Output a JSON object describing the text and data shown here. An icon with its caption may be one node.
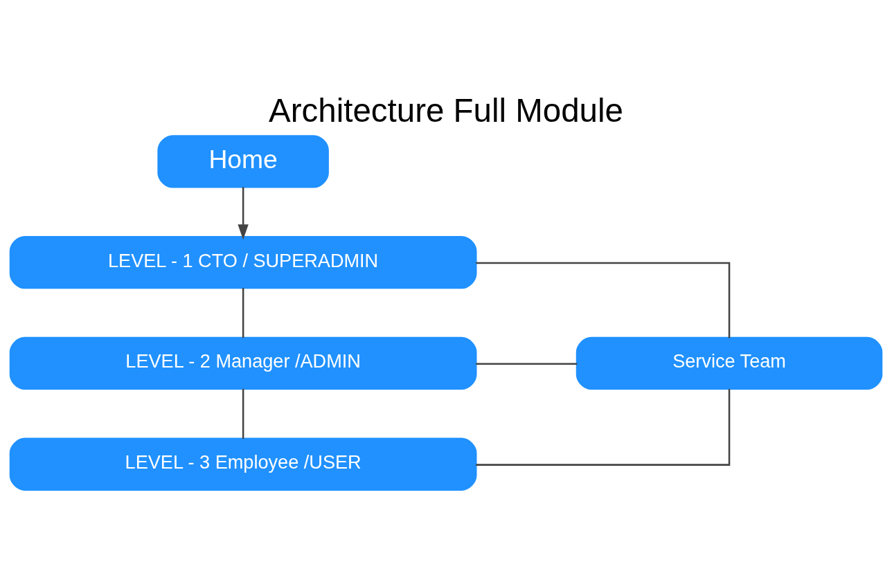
{
  "diagram": {
    "title": "Architecture Full Module",
    "nodes": [
      {
        "text": [
          "Home"
        ]
      },
      {
        "text": [
          "LEVEL - 1 CTO / SUPERADMIN"
        ]
      },
      {
        "text": [
          "LEVEL - 2 Manager /ADMIN"
        ]
      },
      {
        "text": [
          "LEVEL - 3 Employee /USER"
        ]
      },
      {
        "text": [
          "Service Team"
        ]
      }
    ],
    "edges": [
      {
        "from": 0,
        "to": 1,
        "arrow": "to"
      },
      {
        "from": 1,
        "to": 2,
        "arrow": "none"
      },
      {
        "from": 2,
        "to": 3,
        "arrow": "none"
      },
      {
        "from": 1,
        "to": 4,
        "arrow": "none"
      },
      {
        "from": 2,
        "to": 4,
        "arrow": "none"
      },
      {
        "from": 3,
        "to": 4,
        "arrow": "none"
      }
    ]
  }
}
